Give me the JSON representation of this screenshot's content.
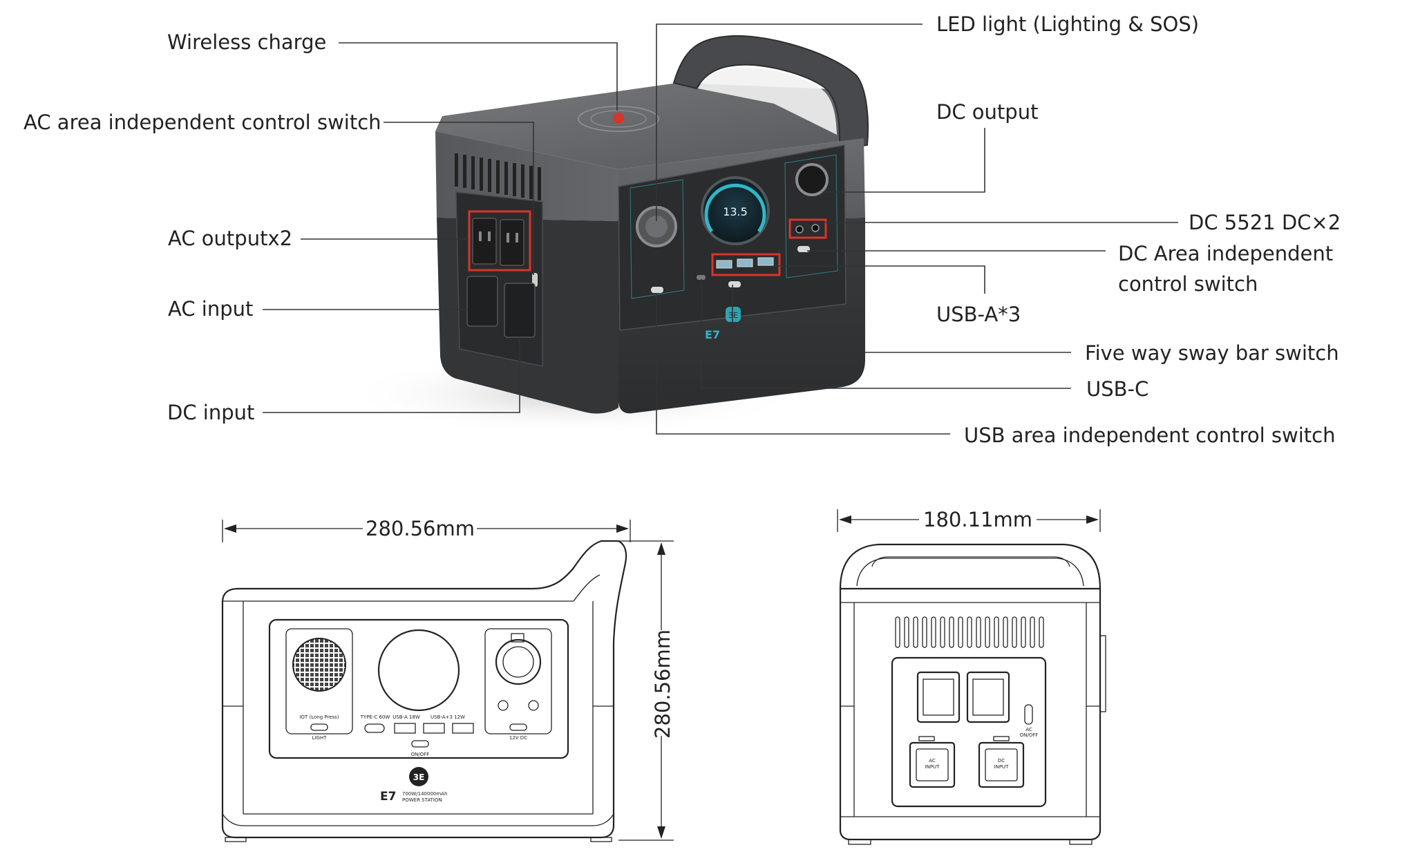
{
  "callouts": {
    "wireless_charge": "Wireless charge",
    "ac_area_switch": "AC area independent control switch",
    "ac_output": "AC outputx2",
    "ac_input": "AC input",
    "dc_input": "DC input",
    "led_light": "LED light (Lighting & SOS)",
    "dc_output": "DC output",
    "dc_5521": "DC 5521 DC×2",
    "dc_area_switch_line1": "DC Area independent",
    "dc_area_switch_line2": "control switch",
    "usb_a": "USB-A*3",
    "five_way_switch": "Five way sway bar switch",
    "usb_c": "USB-C",
    "usb_area_switch": "USB area independent control switch"
  },
  "dimensions": {
    "front_width": "280.56mm",
    "front_height": "280.56mm",
    "side_width": "180.11mm"
  },
  "product": {
    "brand_mark": "3E",
    "model": "E7",
    "spec_line": "700W/140000mAh",
    "subtitle": "POWER STATION",
    "display_value": "13.5",
    "front_labels": {
      "light_caption": "IOT (Long Press)",
      "light_switch": "LIGHT",
      "typec": "TYPE-C 60W",
      "usba": "USB-A 18W",
      "usba_qc": "USB-A+3 12W",
      "usb_onoff": "ON/OFF",
      "dc12v": "12V DC"
    },
    "side_labels": {
      "ac_onoff_1": "AC",
      "ac_onoff_2": "ON/OFF",
      "ac_input_1": "AC",
      "ac_input_2": "INPUT",
      "dc_input_1": "DC",
      "dc_input_2": "INPUT"
    }
  },
  "colors": {
    "body_dark": "#3b3c3e",
    "body_mid": "#5d5f62",
    "accent_red": "#d8352a",
    "accent_teal": "#2fb7c7"
  }
}
